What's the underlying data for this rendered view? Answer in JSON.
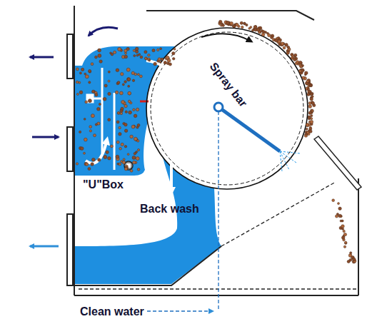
{
  "diagram": {
    "labels": [
      "\"U\"Box",
      "Spray bar",
      "Back wash",
      "Clean water"
    ]
  }
}
